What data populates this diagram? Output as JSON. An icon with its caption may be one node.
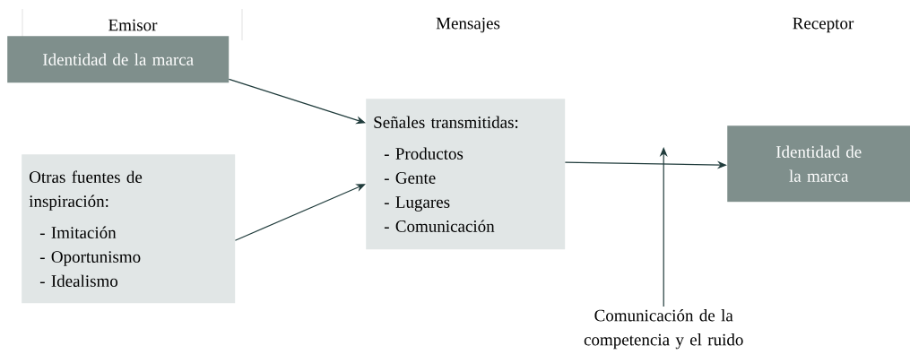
{
  "diagram": {
    "nodes": [
      {
        "text": [
          "Identidad de la marca"
        ]
      },
      {
        "text": [
          "Otras fuentes de inspiración:",
          "- Imitación",
          "- Oportunismo",
          "- Idealismo"
        ]
      },
      {
        "text": [
          "Señales transmitidas:",
          "- Productos",
          "- Gente",
          "- Lugares",
          "- Comunicación"
        ]
      },
      {
        "text": [
          "Identidad de la marca"
        ]
      },
      {
        "text": [
          "Comunicación de la competencia y el ruido"
        ]
      }
    ],
    "edges": [
      {
        "from": 0,
        "to": 2,
        "arrow": "to"
      },
      {
        "from": 1,
        "to": 2,
        "arrow": "to"
      },
      {
        "from": 2,
        "to": 3,
        "arrow": "to"
      },
      {
        "from": 4,
        "to": null,
        "arrow": "to"
      }
    ],
    "labels": [
      "Emisor",
      "Mensajes",
      "Receptor"
    ]
  }
}
